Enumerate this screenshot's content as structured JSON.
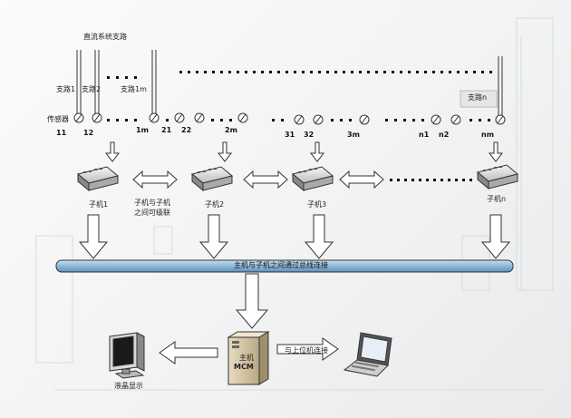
{
  "header": {
    "dc_branch_label": "直流系统支路"
  },
  "branches": {
    "b1": "支路1",
    "b2": "支路2",
    "bm": "支路1m",
    "bn": "支路n"
  },
  "sensor_label": "传感器",
  "sensor_numbers": {
    "s11": "11",
    "s12": "12",
    "s1m": "1m",
    "s21": "21",
    "s22": "22",
    "s2m": "2m",
    "s31": "31",
    "s32": "32",
    "s3m": "3m",
    "sn1": "n1",
    "sn2": "n2",
    "snm": "nm"
  },
  "submodules": {
    "sub1": "子机1",
    "sub2": "子机2",
    "sub3": "子机3",
    "subn": "子机n"
  },
  "cascade_note": {
    "line1": "子机与子机",
    "line2": "之间可级联"
  },
  "bus": {
    "label": "主机与子机之间通过总线连接",
    "color": "#8fb8d8"
  },
  "host": {
    "line1": "主机",
    "line2": "MCM"
  },
  "upper_link_label": "与上位机连接",
  "lcd_label": "液晶显示"
}
